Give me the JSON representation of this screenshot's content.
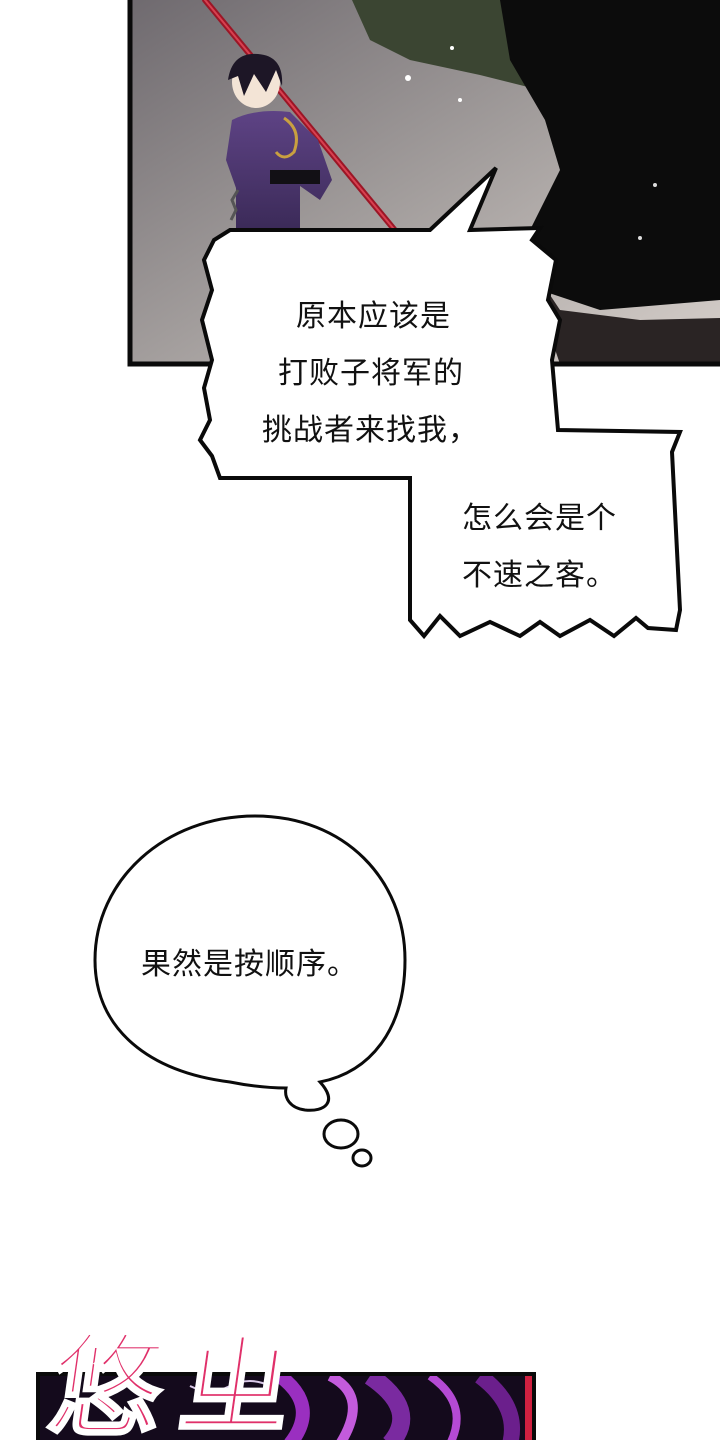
{
  "page": {
    "background": "#ffffff"
  },
  "panel_top": {
    "border_color": "#0a0a0a",
    "sky_color": "#8a8585",
    "robe_color": "#5b3d80"
  },
  "bubble_1": {
    "lines": [
      "原本应该是",
      "打败子将军的",
      "挑战者来找我，"
    ]
  },
  "bubble_2": {
    "lines": [
      "怎么会是个",
      "不速之客。"
    ]
  },
  "thought_bubble": {
    "text": "果然是按顺序。"
  },
  "sfx": {
    "text": "悠ㄓ",
    "color": "#e0306a"
  },
  "panel_bottom": {
    "border_color": "#0a0a0a",
    "accent_color": "#9a2fc0"
  }
}
